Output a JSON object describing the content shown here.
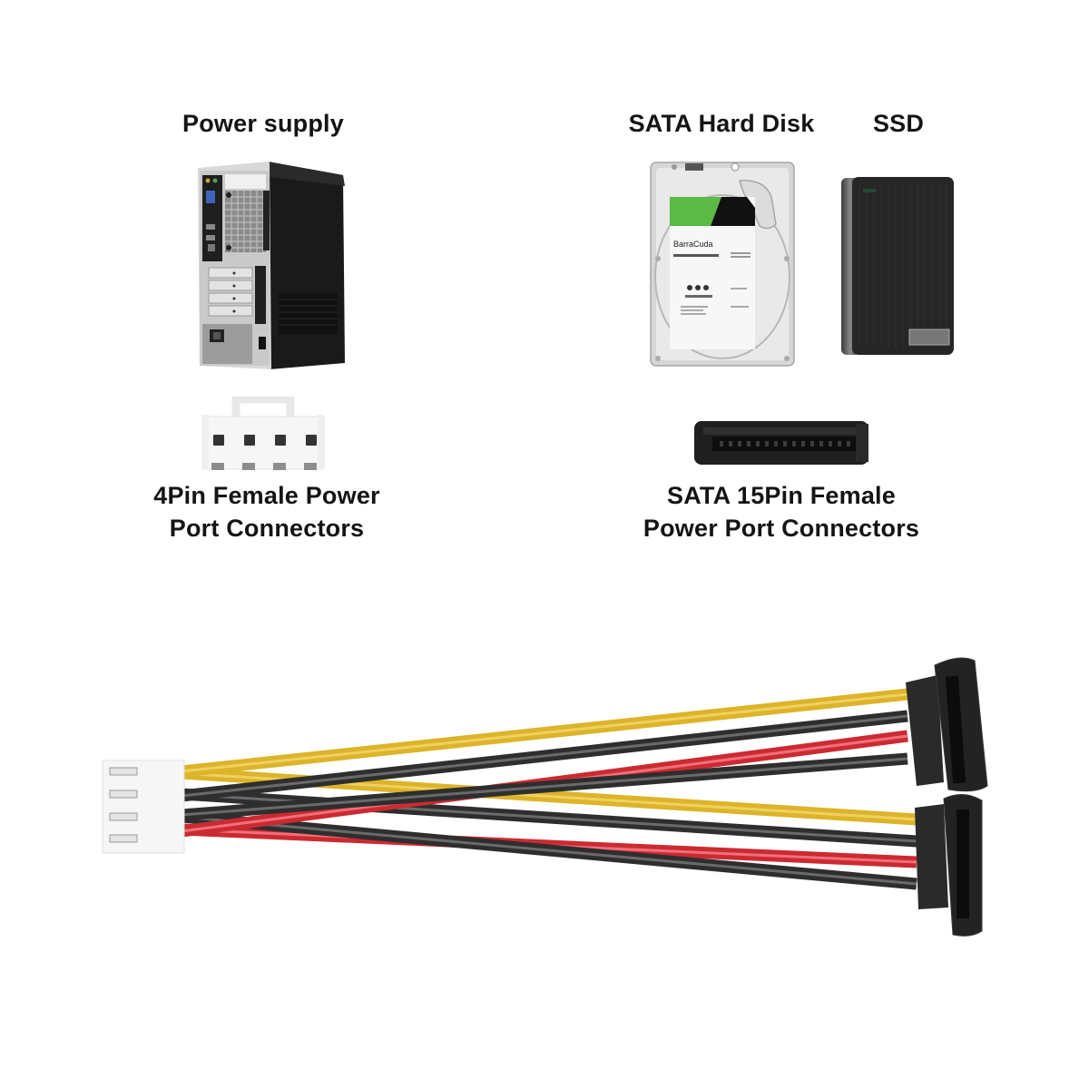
{
  "top_labels": {
    "power_supply": "Power supply",
    "sata_hard_disk": "SATA Hard Disk",
    "ssd": "SSD"
  },
  "hdd_label": {
    "brand_model": "BarraCuda"
  },
  "connector_labels": {
    "four_pin": [
      "4Pin Female Power",
      "Port Connectors"
    ],
    "sata_15pin": [
      "SATA 15Pin Female",
      "Power Port Connectors"
    ]
  },
  "cable": {
    "input_connector": "4Pin Molex female",
    "output_connectors": 2,
    "wire_colors": {
      "yellow": "#e8c232",
      "black": "#3a3a3a",
      "red": "#d8303a"
    }
  },
  "colors": {
    "background": "#ffffff",
    "text": "#141414",
    "hdd_green": "#5bb946",
    "case_black": "#1c1c1c",
    "connector_white": "#f4f4f4",
    "sata_black": "#262626"
  },
  "icons": [
    "pc-tower-icon",
    "hard-disk-icon",
    "ssd-icon",
    "molex-connector-icon",
    "sata-connector-icon",
    "y-splitter-cable-icon"
  ]
}
